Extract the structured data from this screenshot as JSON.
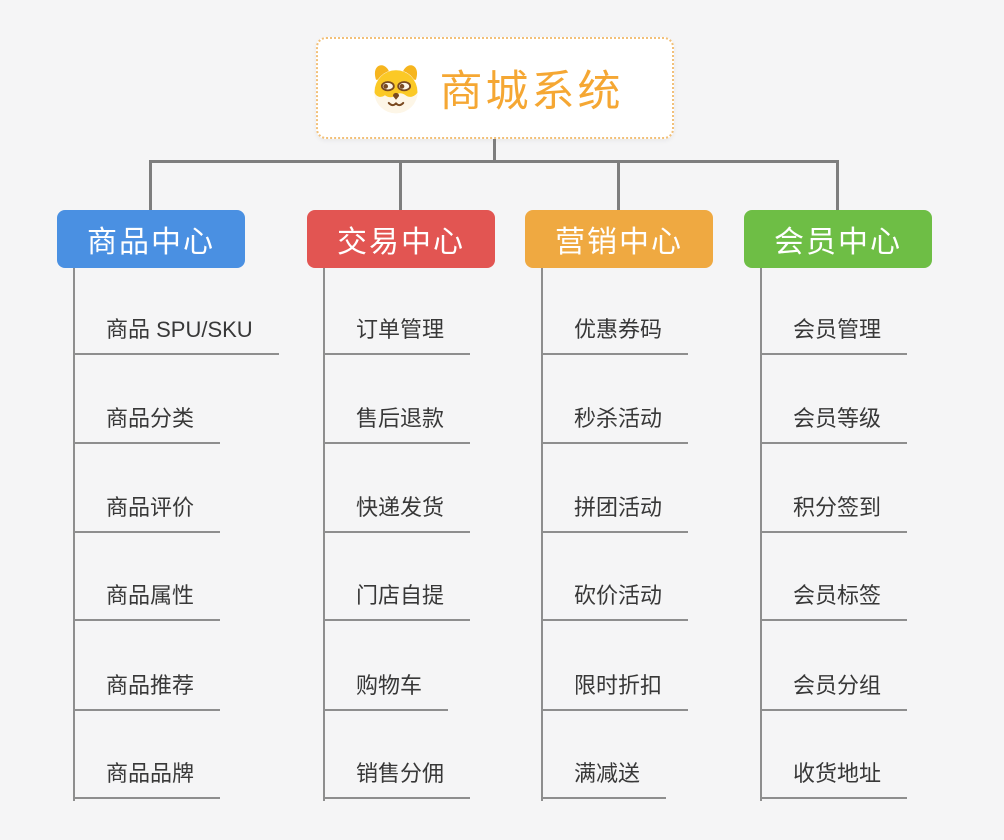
{
  "canvas": {
    "background": "#f5f5f6",
    "connector_color": "#7e7e7e",
    "branch_line_color": "#8e8e8e"
  },
  "root": {
    "title": "商城系统",
    "icon": "dog-face-icon",
    "title_color": "#f5a733",
    "border_color": "#f2c079"
  },
  "branches": [
    {
      "label": "商品中心",
      "color": "#4a90e2",
      "items": [
        "商品 SPU/SKU",
        "商品分类",
        "商品评价",
        "商品属性",
        "商品推荐",
        "商品品牌"
      ]
    },
    {
      "label": "交易中心",
      "color": "#e25552",
      "items": [
        "订单管理",
        "售后退款",
        "快递发货",
        "门店自提",
        "购物车",
        "销售分佣"
      ]
    },
    {
      "label": "营销中心",
      "color": "#efa941",
      "items": [
        "优惠券码",
        "秒杀活动",
        "拼团活动",
        "砍价活动",
        "限时折扣",
        "满减送"
      ]
    },
    {
      "label": "会员中心",
      "color": "#6ebe45",
      "items": [
        "会员管理",
        "会员等级",
        "积分签到",
        "会员标签",
        "会员分组",
        "收货地址"
      ]
    }
  ]
}
